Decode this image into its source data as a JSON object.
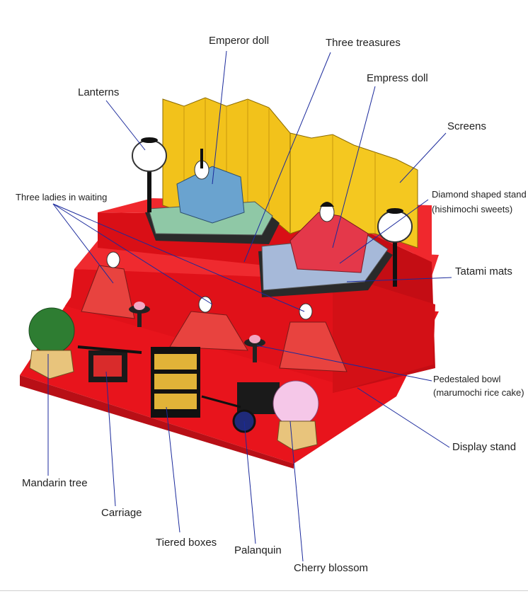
{
  "labels": {
    "emperor_doll": "Emperor doll",
    "three_treasures": "Three treasures",
    "empress_doll": "Empress doll",
    "lanterns": "Lanterns",
    "screens": "Screens",
    "three_ladies": "Three ladies in waiting",
    "diamond_stand_line1": "Diamond shaped stand",
    "diamond_stand_line2": "(hishimochi sweets)",
    "tatami_mats": "Tatami mats",
    "pedestaled_bowl_line1": "Pedestaled bowl",
    "pedestaled_bowl_line2": "(marumochi rice cake)",
    "display_stand": "Display stand",
    "mandarin_tree": "Mandarin tree",
    "carriage": "Carriage",
    "tiered_boxes": "Tiered boxes",
    "palanquin": "Palanquin",
    "cherry_blossom": "Cherry blossom"
  },
  "colors": {
    "stand_red": "#e8141c",
    "stand_dark": "#b80f16",
    "screen_gold": "#f2c21b",
    "leader_line": "#1b2a9c"
  }
}
